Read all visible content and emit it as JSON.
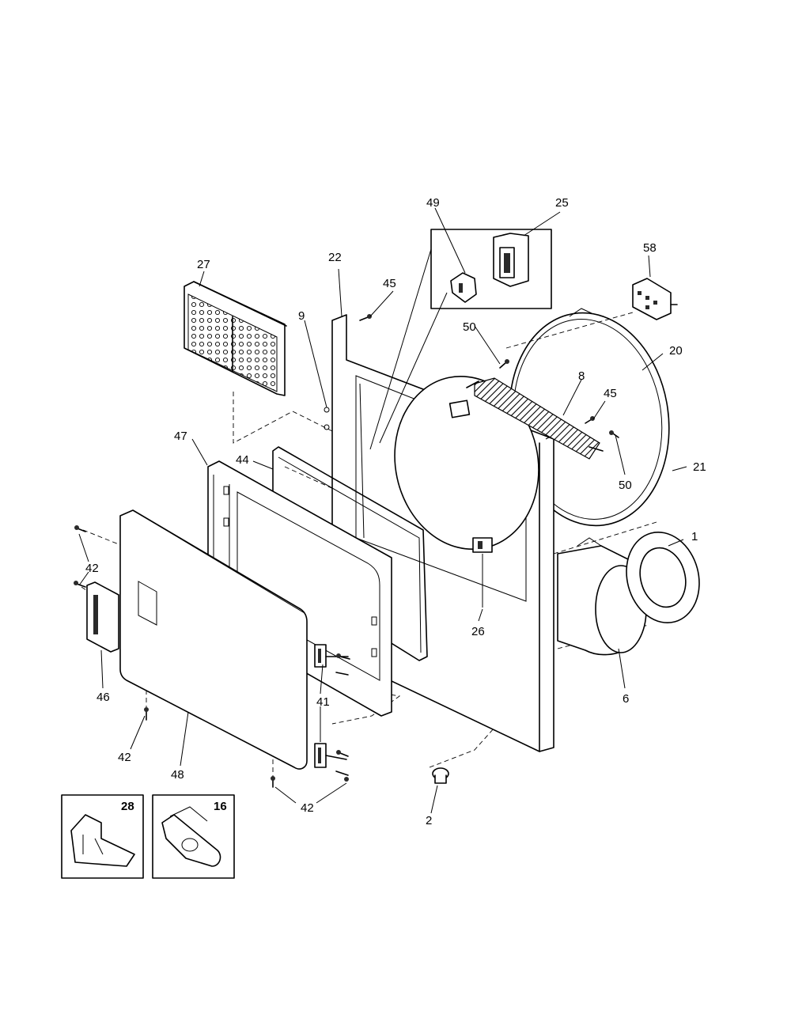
{
  "callouts": {
    "c1": "1",
    "c2": "2",
    "c6": "6",
    "c8": "8",
    "c9": "9",
    "c16": "16",
    "c20": "20",
    "c21": "21",
    "c22": "22",
    "c25": "25",
    "c26": "26",
    "c27": "27",
    "c28": "28",
    "c41": "41",
    "c42a": "42",
    "c42b": "42",
    "c42c": "42",
    "c44": "44",
    "c45a": "45",
    "c45b": "45",
    "c46": "46",
    "c47": "47",
    "c48": "48",
    "c49": "49",
    "c50a": "50",
    "c50b": "50",
    "c58": "58"
  },
  "colors": {
    "ink": "#000000",
    "paper": "#ffffff"
  }
}
